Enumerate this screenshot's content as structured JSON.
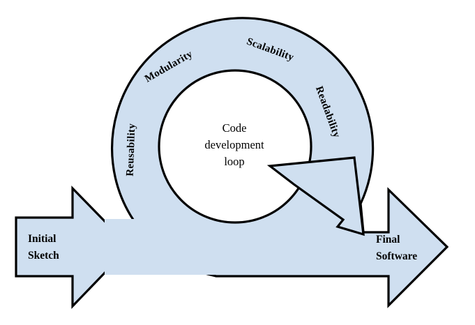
{
  "diagram": {
    "left_arrow": {
      "line1": "Initial",
      "line2": "Sketch"
    },
    "right_arrow": {
      "line1": "Final",
      "line2": "Software"
    },
    "center": {
      "line1": "Code",
      "line2": "development",
      "line3": "loop"
    },
    "ring_labels": {
      "reusability": "Reusability",
      "modularity": "Modularity",
      "scalability": "Scalability",
      "readability": "Readability"
    },
    "colors": {
      "fill": "#cfdff0",
      "stroke": "#000000",
      "background": "#ffffff"
    }
  }
}
